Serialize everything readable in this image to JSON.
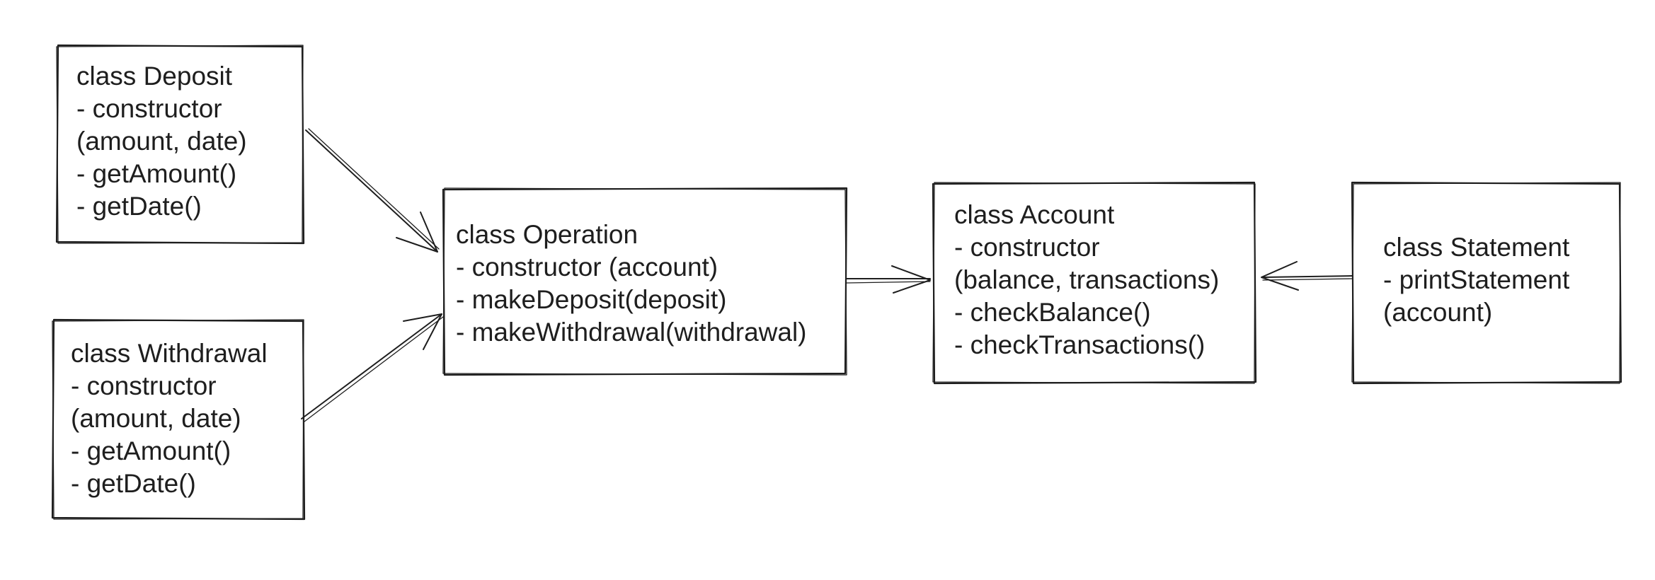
{
  "boxes": {
    "deposit": {
      "lines": [
        "class Deposit",
        "- constructor",
        "(amount, date)",
        "- getAmount()",
        "- getDate()"
      ]
    },
    "withdrawal": {
      "lines": [
        "class Withdrawal",
        "- constructor",
        "(amount, date)",
        "- getAmount()",
        "- getDate()"
      ]
    },
    "operation": {
      "lines": [
        "class Operation",
        "- constructor (account)",
        "- makeDeposit(deposit)",
        "- makeWithdrawal(withdrawal)"
      ]
    },
    "account": {
      "lines": [
        "class Account",
        "- constructor",
        "(balance, transactions)",
        "- checkBalance()",
        "- checkTransactions()"
      ]
    },
    "statement": {
      "lines": [
        "class Statement",
        "- printStatement",
        "(account)"
      ]
    }
  },
  "connections": [
    {
      "from": "deposit",
      "to": "operation"
    },
    {
      "from": "withdrawal",
      "to": "operation"
    },
    {
      "from": "operation",
      "to": "account"
    },
    {
      "from": "statement",
      "to": "account"
    }
  ],
  "colors": {
    "stroke": "#1e1e1e",
    "background": "#ffffff"
  }
}
